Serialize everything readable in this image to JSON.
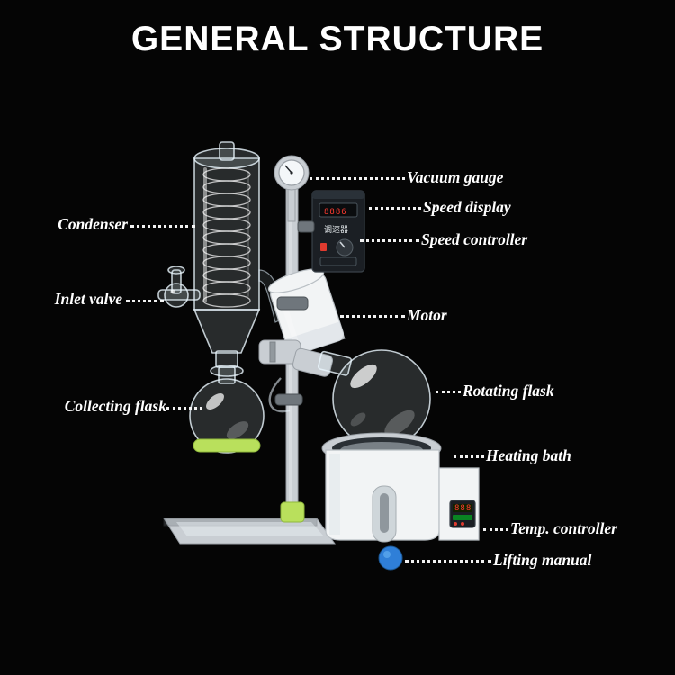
{
  "title": "GENERAL STRUCTURE",
  "diagram": {
    "subject": "rotary-evaporator",
    "labels": [
      {
        "id": "vacuum-gauge",
        "text": "Vacuum gauge",
        "side": "right"
      },
      {
        "id": "speed-display",
        "text": "Speed display",
        "side": "right"
      },
      {
        "id": "speed-controller",
        "text": "Speed controller",
        "side": "right"
      },
      {
        "id": "motor",
        "text": "Motor",
        "side": "right"
      },
      {
        "id": "rotating-flask",
        "text": "Rotating flask",
        "side": "right"
      },
      {
        "id": "heating-bath",
        "text": "Heating bath",
        "side": "right"
      },
      {
        "id": "temp-controller",
        "text": "Temp. controller",
        "side": "right"
      },
      {
        "id": "lifting-manual",
        "text": "Lifting manual",
        "side": "right"
      },
      {
        "id": "condenser",
        "text": "Condenser",
        "side": "left"
      },
      {
        "id": "inlet-valve",
        "text": "Inlet valve",
        "side": "left"
      },
      {
        "id": "collecting-flask",
        "text": "Collecting flask",
        "side": "left"
      }
    ],
    "controller_panel": {
      "display_value": "8886",
      "panel_text": "调速器"
    },
    "colors": {
      "background": "#050505",
      "text": "#ffffff",
      "leader_line": "#ffffff",
      "led_red": "#ff3b30",
      "knob_blue": "#2f7fd8",
      "clamp_green": "#b9e05c"
    }
  }
}
